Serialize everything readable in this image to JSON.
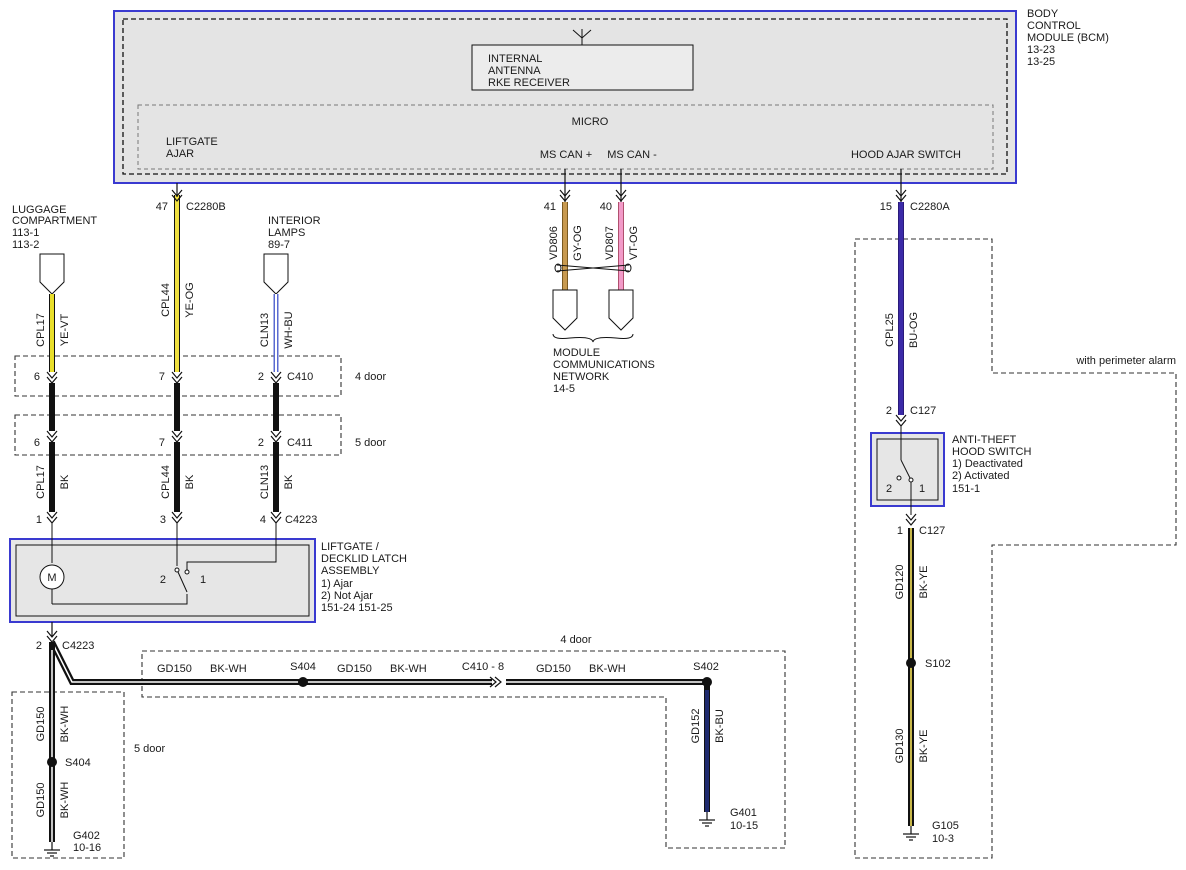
{
  "bcm": {
    "title_lines": [
      "BODY",
      "CONTROL",
      "MODULE (BCM)",
      "13-23",
      "13-25"
    ],
    "antenna_lines": [
      "INTERNAL",
      "ANTENNA",
      "RKE RECEIVER"
    ],
    "micro": "MICRO",
    "liftgate_ajar_lines": [
      "LIFTGATE",
      "AJAR"
    ],
    "ms_can_plus": "MS CAN +",
    "ms_can_minus": "MS CAN -",
    "hood_ajar_switch": "HOOD AJAR SWITCH"
  },
  "luggage": {
    "lines": [
      "LUGGAGE",
      "COMPARTMENT",
      "113-1",
      "113-2"
    ]
  },
  "interior": {
    "lines": [
      "INTERIOR",
      "LAMPS",
      "89-7"
    ]
  },
  "module_network": {
    "lines": [
      "MODULE",
      "COMMUNICATIONS",
      "NETWORK",
      "14-5"
    ]
  },
  "connectors": {
    "c2280b": {
      "pin": "47",
      "name": "C2280B"
    },
    "c2280a": {
      "pin": "15",
      "name": "C2280A"
    },
    "ms_plus_pin": "41",
    "ms_minus_pin": "40",
    "c410": {
      "pins": [
        "6",
        "7",
        "2"
      ],
      "name": "C410",
      "label": "4 door"
    },
    "c411": {
      "pins": [
        "6",
        "7",
        "2"
      ],
      "name": "C411",
      "label": "5 door"
    },
    "c4223_top": {
      "pins": [
        "1",
        "3",
        "4"
      ],
      "name": "C4223"
    },
    "c4223_bottom": {
      "pin": "2",
      "name": "C4223"
    },
    "c127_top": {
      "pin": "2",
      "name": "C127"
    },
    "c127_bottom": {
      "pin": "1",
      "name": "C127"
    },
    "c410_8": "C410  -  8"
  },
  "wires": {
    "cpl17_top": {
      "circuit": "CPL17",
      "color": "YE-VT"
    },
    "cpl44_top": {
      "circuit": "CPL44",
      "color": "YE-OG"
    },
    "cln13_top": {
      "circuit": "CLN13",
      "color": "WH-BU"
    },
    "cpl17_bot": {
      "circuit": "CPL17",
      "color": "BK"
    },
    "cpl44_bot": {
      "circuit": "CPL44",
      "color": "BK"
    },
    "cln13_bot": {
      "circuit": "CLN13",
      "color": "BK"
    },
    "vd806": {
      "circuit": "VD806",
      "color": "GY-OG"
    },
    "vd807": {
      "circuit": "VD807",
      "color": "VT-OG"
    },
    "cpl25": {
      "circuit": "CPL25",
      "color": "BU-OG"
    },
    "gd120": {
      "circuit": "GD120",
      "color": "BK-YE"
    },
    "gd130": {
      "circuit": "GD130",
      "color": "BK-YE"
    },
    "gd150_h1": {
      "circuit": "GD150",
      "color": "BK-WH"
    },
    "gd150_h2": {
      "circuit": "GD150",
      "color": "BK-WH"
    },
    "gd150_h3": {
      "circuit": "GD150",
      "color": "BK-WH"
    },
    "gd150_v1": {
      "circuit": "GD150",
      "color": "BK-WH"
    },
    "gd150_v2": {
      "circuit": "GD150",
      "color": "BK-WH"
    },
    "gd152": {
      "circuit": "GD152",
      "color": "BK-BU"
    }
  },
  "splices": {
    "s404_h": "S404",
    "s402": "S402",
    "s404_v": "S404",
    "s102": "S102"
  },
  "latch": {
    "lines": [
      "LIFTGATE /",
      "DECKLID LATCH",
      "ASSEMBLY",
      "1) Ajar",
      "2) Not Ajar",
      "151-24   151-25"
    ],
    "motor": "M",
    "pos2": "2",
    "pos1": "1"
  },
  "hood_switch": {
    "lines": [
      "ANTI-THEFT",
      "HOOD SWITCH",
      "1) Deactivated",
      "2) Activated",
      "151-1"
    ],
    "pos2": "2",
    "pos1": "1"
  },
  "grounds": {
    "g402": {
      "name": "G402",
      "ref": "10-16"
    },
    "g401": {
      "name": "G401",
      "ref": "10-15"
    },
    "g105": {
      "name": "G105",
      "ref": "10-3"
    }
  },
  "labels": {
    "four_door": "4 door",
    "five_door": "5 door",
    "perimeter": "with perimeter alarm"
  },
  "colors": {
    "frame_blue": "#3a3ad0",
    "ye_vt": "#e8de2a",
    "ye_og": "#f0e040",
    "wh_bu": "#8fa6ff",
    "gy_og": "#c89a50",
    "vt_og": "#f29ac8",
    "bu_og": "#3b2aa8",
    "bk_ye": "#c8b84a",
    "bk_bu": "#1e2a6e",
    "black": "#111111"
  }
}
